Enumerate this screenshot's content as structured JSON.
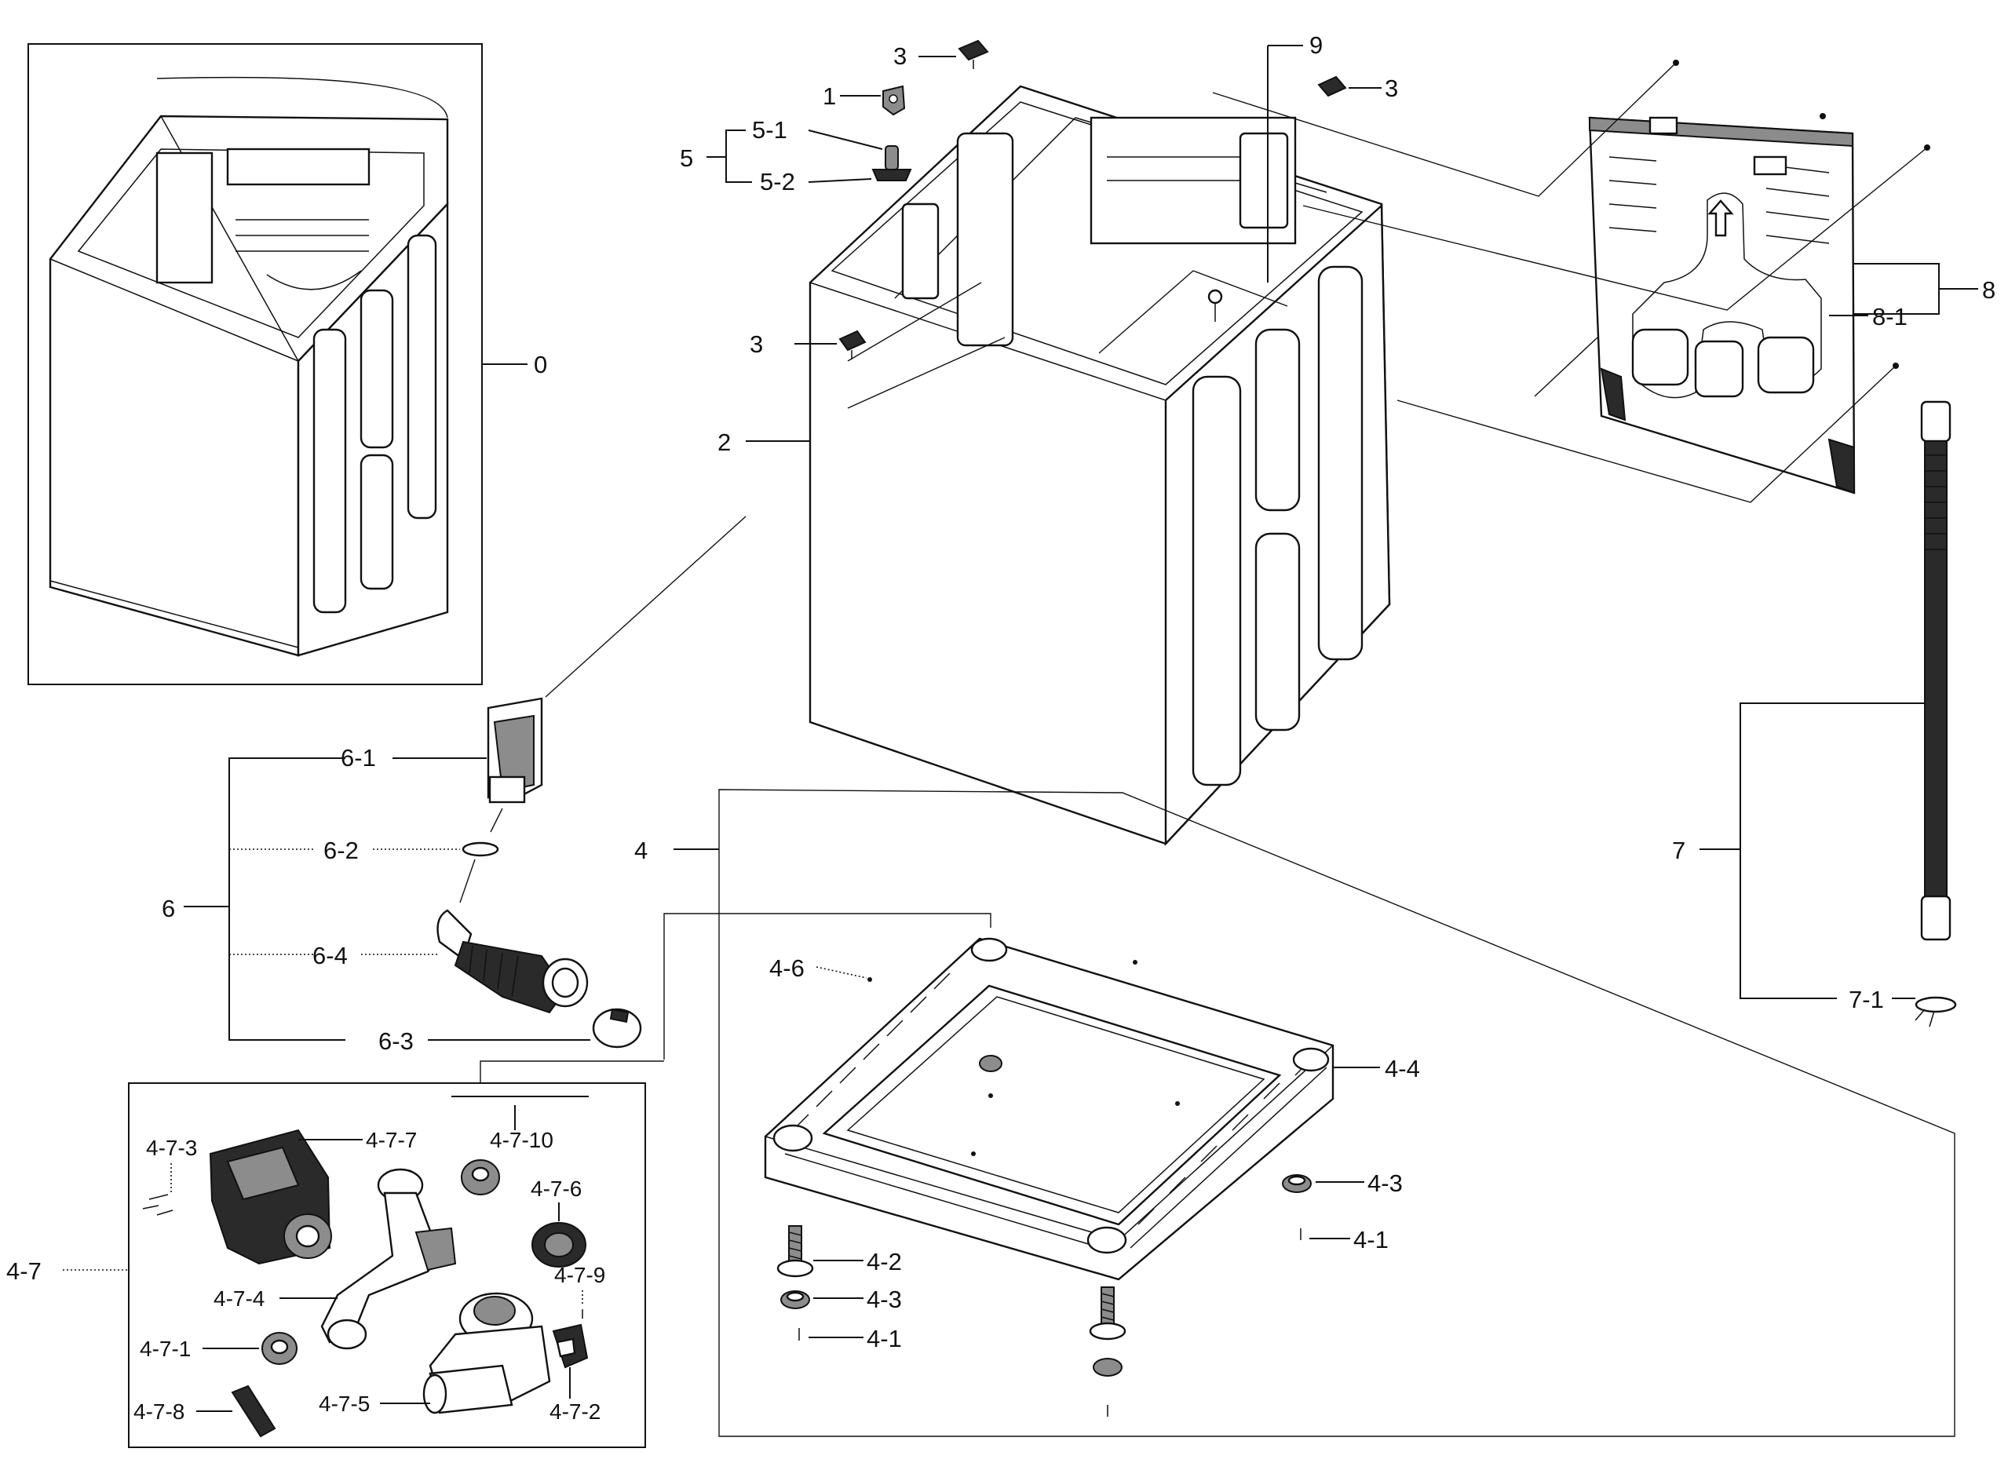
{
  "labels": {
    "l0": "0",
    "l1": "1",
    "l2": "2",
    "l3a": "3",
    "l3b": "3",
    "l3c": "3",
    "l4": "4",
    "l4_1a": "4-1",
    "l4_1b": "4-1",
    "l4_2": "4-2",
    "l4_3a": "4-3",
    "l4_3b": "4-3",
    "l4_4": "4-4",
    "l4_6": "4-6",
    "l4_7": "4-7",
    "l4_7_1": "4-7-1",
    "l4_7_2": "4-7-2",
    "l4_7_3": "4-7-3",
    "l4_7_4": "4-7-4",
    "l4_7_5": "4-7-5",
    "l4_7_6": "4-7-6",
    "l4_7_7": "4-7-7",
    "l4_7_8": "4-7-8",
    "l4_7_9": "4-7-9",
    "l4_7_10": "4-7-10",
    "l5": "5",
    "l5_1": "5-1",
    "l5_2": "5-2",
    "l6": "6",
    "l6_1": "6-1",
    "l6_2": "6-2",
    "l6_3": "6-3",
    "l6_4": "6-4",
    "l7": "7",
    "l7_1": "7-1",
    "l8": "8",
    "l8_1": "8-1",
    "l9": "9"
  },
  "icons": {
    "arrow_embossed": "up-arrow-icon"
  }
}
